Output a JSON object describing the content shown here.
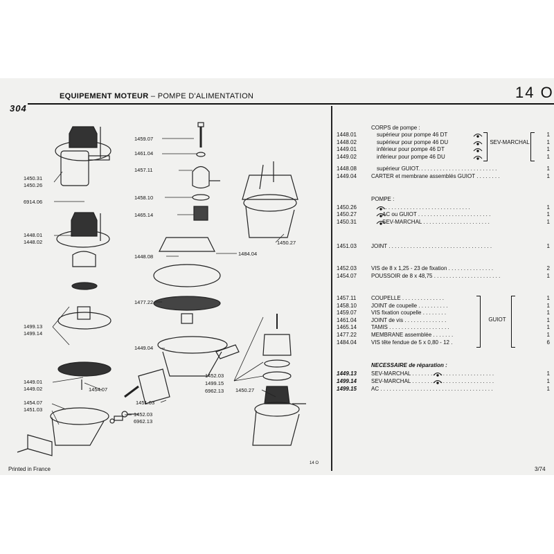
{
  "header": {
    "title_bold": "EQUIPEMENT MOTEUR",
    "title_rest": " – POMPE D'ALIMENTATION",
    "page_code": "14 O",
    "model": "304"
  },
  "footer": {
    "left": "Printed in France",
    "middle": "14 O",
    "right": "3/74"
  },
  "callouts": [
    "1459.07",
    "1461.04",
    "1457.11",
    "1458.10",
    "1465.14",
    "1448.08",
    "1484.04",
    "1477.22",
    "1449.04",
    "1452.03",
    "1499.15",
    "6962.13",
    "1454.07",
    "1451.03",
    "1452.03",
    "6962.13",
    "1450.27",
    "1450.27",
    "1450.31",
    "1450.26",
    "6914.06",
    "1448.01",
    "1448.02",
    "1499.13",
    "1499.14",
    "1449.01",
    "1449.02",
    "1454.07",
    "1451.03"
  ],
  "sections": {
    "corps": "CORPS de pompe :",
    "pompe": "POMPE :",
    "necessaire": "NECESSAIRE de réparation :"
  },
  "groups": {
    "sev_marchal": "SEV-MARCHAL",
    "guiot": "GUIOT"
  },
  "parts": [
    {
      "code": "1448.01",
      "desc": "supérieur pour pompe 46 DT",
      "qty": "1"
    },
    {
      "code": "1448.02",
      "desc": "supérieur pour pompe 46 DU",
      "qty": "1"
    },
    {
      "code": "1449.01",
      "desc": "inférieur pour pompe 46 DT",
      "qty": "1"
    },
    {
      "code": "1449.02",
      "desc": "inférieur pour pompe 46 DU",
      "qty": "1"
    },
    {
      "code": "1448.08",
      "desc": "supérieur GUIOT. . . . . . . . . . . . . . . . . . . . . . . . . .",
      "qty": "1"
    },
    {
      "code": "1449.04",
      "desc": "CARTER et membrane assemblés GUIOT . . . . . . . .",
      "qty": "1"
    },
    {
      "code": "1450.26",
      "desc": ". . . . . . . . . . . . . . . . . . . . . . . . . . . . .",
      "qty": "1"
    },
    {
      "code": "1450.27",
      "desc": "AC ou GUIOT . . . . . . . . . . . . . . . . . . . . . . . .",
      "qty": "1"
    },
    {
      "code": "1450.31",
      "desc": "SEV-MARCHAL . . . . . . . . . . . . . . . . . . . . . .",
      "qty": "1"
    },
    {
      "code": "1451.03",
      "desc": "JOINT . . . . . . . . . . . . . . . . . . . . . . . . . . . . . . . . . .",
      "qty": "1"
    },
    {
      "code": "1452.03",
      "desc": "VIS de 8 x 1,25 - 23 de fixation . . . . . . . . . . . . . . .",
      "qty": "2"
    },
    {
      "code": "1454.07",
      "desc": "POUSSOIR de 8 x 48,75 . . . . . . . . . . . . . . . . . . . . . .",
      "qty": "1"
    },
    {
      "code": "1457.11",
      "desc": "COUPELLE . . . . . . . . . . . . . .",
      "qty": "1"
    },
    {
      "code": "1458.10",
      "desc": "JOINT de coupelle . . . . . . . . . .",
      "qty": "1"
    },
    {
      "code": "1459.07",
      "desc": "VIS fixation coupelle . . . . . . . .",
      "qty": "1"
    },
    {
      "code": "1461.04",
      "desc": "JOINT de vis . . . . . . . . . . . . . .",
      "qty": "1"
    },
    {
      "code": "1465.14",
      "desc": "TAMIS . . . . . . . . . . . . . . . . . . . .",
      "qty": "1"
    },
    {
      "code": "1477.22",
      "desc": "MEMBRANE assemblée . . . . . . .",
      "qty": "1"
    },
    {
      "code": "1484.04",
      "desc": "VIS tête fendue de 5 x 0,80 - 12 .",
      "qty": "6"
    },
    {
      "code": "1449.13",
      "desc": "SEV-MARCHAL . . . . . . . . . . . . . . . . . . . . . . . . . . .",
      "qty": "1"
    },
    {
      "code": "1499.14",
      "desc": "SEV-MARCHAL . . . . . . . . . . . . . . . . . . . . . . . . . . .",
      "qty": "1"
    },
    {
      "code": "1499.15",
      "desc": "AC . . . . . . . . . . . . . . . . . . . . . . . . . . . . . . . . . . . . .",
      "qty": "1"
    }
  ]
}
